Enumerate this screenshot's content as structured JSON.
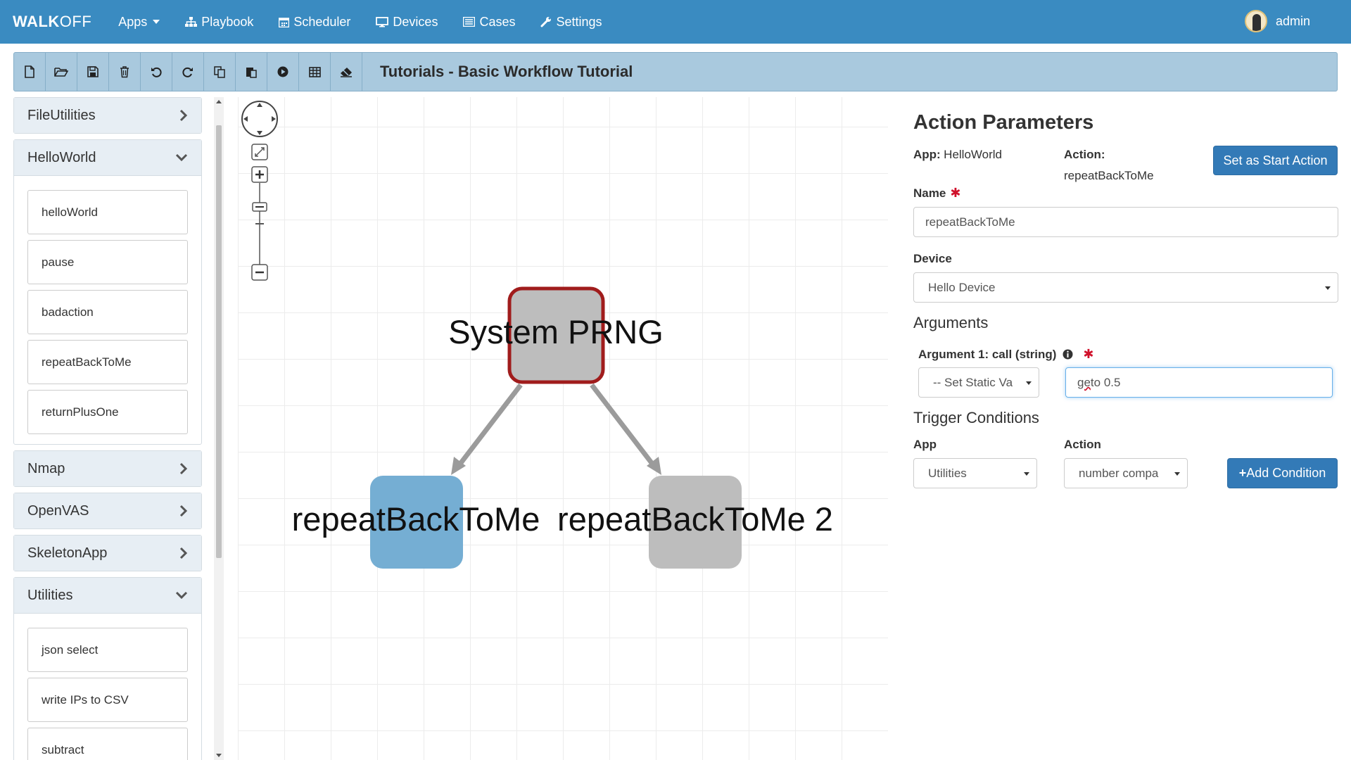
{
  "nav": {
    "brand_bold": "WALK",
    "brand_rest": "OFF",
    "items": [
      {
        "label": "Apps",
        "icon": "dropdown"
      },
      {
        "label": "Playbook",
        "icon": "sitemap-icon"
      },
      {
        "label": "Scheduler",
        "icon": "calendar-icon"
      },
      {
        "label": "Devices",
        "icon": "desktop-icon"
      },
      {
        "label": "Cases",
        "icon": "list-icon"
      },
      {
        "label": "Settings",
        "icon": "wrench-icon"
      }
    ],
    "user": "admin"
  },
  "toolbar": {
    "title": "Tutorials - Basic Workflow Tutorial",
    "buttons": [
      "new-file-icon",
      "open-folder-icon",
      "save-icon",
      "delete-icon",
      "undo-icon",
      "redo-icon",
      "copy-icon",
      "paste-icon",
      "execute-icon",
      "table-icon",
      "eraser-icon"
    ]
  },
  "sidebar": {
    "groups": [
      {
        "name": "FileUtilities",
        "expanded": false,
        "actions": []
      },
      {
        "name": "HelloWorld",
        "expanded": true,
        "actions": [
          "helloWorld",
          "pause",
          "badaction",
          "repeatBackToMe",
          "returnPlusOne"
        ]
      },
      {
        "name": "Nmap",
        "expanded": false,
        "actions": []
      },
      {
        "name": "OpenVAS",
        "expanded": false,
        "actions": []
      },
      {
        "name": "SkeletonApp",
        "expanded": false,
        "actions": []
      },
      {
        "name": "Utilities",
        "expanded": true,
        "actions": [
          "json select",
          "write IPs to CSV",
          "subtract"
        ]
      }
    ]
  },
  "graph": {
    "nodes": [
      {
        "label": "System PRNG",
        "style": "start",
        "fill": "#bdbdbd",
        "border": "#a01c1c"
      },
      {
        "label": "repeatBackToMe",
        "style": "selected",
        "fill": "#75aed3"
      },
      {
        "label": "repeatBackToMe 2",
        "style": "normal",
        "fill": "#bdbdbd"
      }
    ],
    "edges": [
      {
        "from": "System PRNG",
        "to": "repeatBackToMe"
      },
      {
        "from": "System PRNG",
        "to": "repeatBackToMe 2"
      }
    ]
  },
  "panel": {
    "title": "Action Parameters",
    "app_label": "App:",
    "app_value": "HelloWorld",
    "action_label": "Action:",
    "action_value": "repeatBackToMe",
    "start_button": "Set as Start Action",
    "name_label": "Name",
    "name_value": "repeatBackToMe",
    "device_label": "Device",
    "device_value": "Hello Device",
    "arguments_title": "Arguments",
    "arg1_label": "Argument 1: call (string)",
    "arg1_source": "-- Set Static Va",
    "arg1_value_prefix": "ge",
    "arg1_value_rest": " to 0.5",
    "trigger_title": "Trigger Conditions",
    "trigger_app_label": "App",
    "trigger_app_value": "Utilities",
    "trigger_action_label": "Action",
    "trigger_action_value": "number compa",
    "add_condition": "Add Condition",
    "plus": "+"
  },
  "colors": {
    "navbar": "#3a8bc1",
    "toolbar": "#a9c9de",
    "primary_button": "#337ab7",
    "required": "#d0112b"
  }
}
